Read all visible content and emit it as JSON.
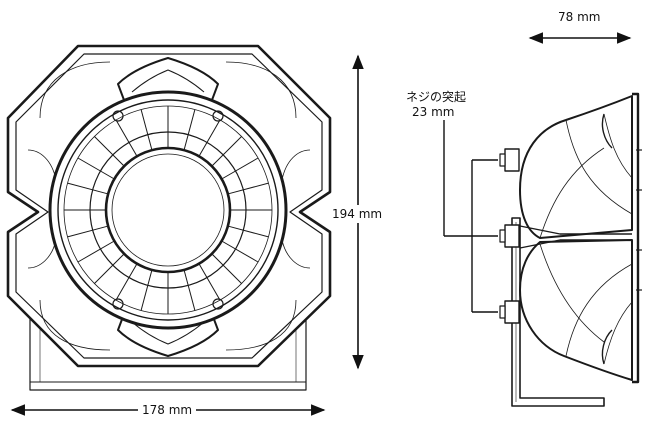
{
  "dimensions": {
    "width": "178 mm",
    "height": "194 mm",
    "depth": "78 mm"
  },
  "bolt_note": {
    "line1": "ネジの突起",
    "line2": "23 mm"
  },
  "colors": {
    "line": "#1a1a1a",
    "background": "#ffffff"
  }
}
